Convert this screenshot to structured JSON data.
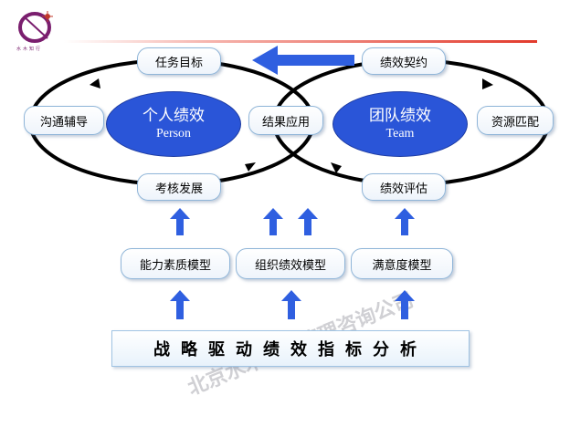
{
  "logo": {
    "text": "水木知行",
    "colors": {
      "ring": "#7a1e6e",
      "sparkle": "#c0392b"
    }
  },
  "colors": {
    "accent_red": "#e23a2c",
    "ellipse_fill": "#2a55d8",
    "arrow_blue": "#2f5fe0",
    "loop_black": "#000000",
    "box_border": "#8fb5d8"
  },
  "watermark": "北京水木知行管理咨询公司",
  "nodes": {
    "task_goal": "任务目标",
    "perf_contract": "绩效契约",
    "communication": "沟通辅导",
    "result_application": "结果应用",
    "resource_match": "资源匹配",
    "assessment_development": "考核发展",
    "perf_evaluation": "绩效评估"
  },
  "cycles": {
    "personal": {
      "title": "个人绩效",
      "subtitle": "Person"
    },
    "team": {
      "title": "团队绩效",
      "subtitle": "Team"
    }
  },
  "models": {
    "competency": "能力素质模型",
    "org_perf": "组织绩效模型",
    "satisfaction": "满意度模型"
  },
  "foundation": "战略驱动绩效指标分析"
}
